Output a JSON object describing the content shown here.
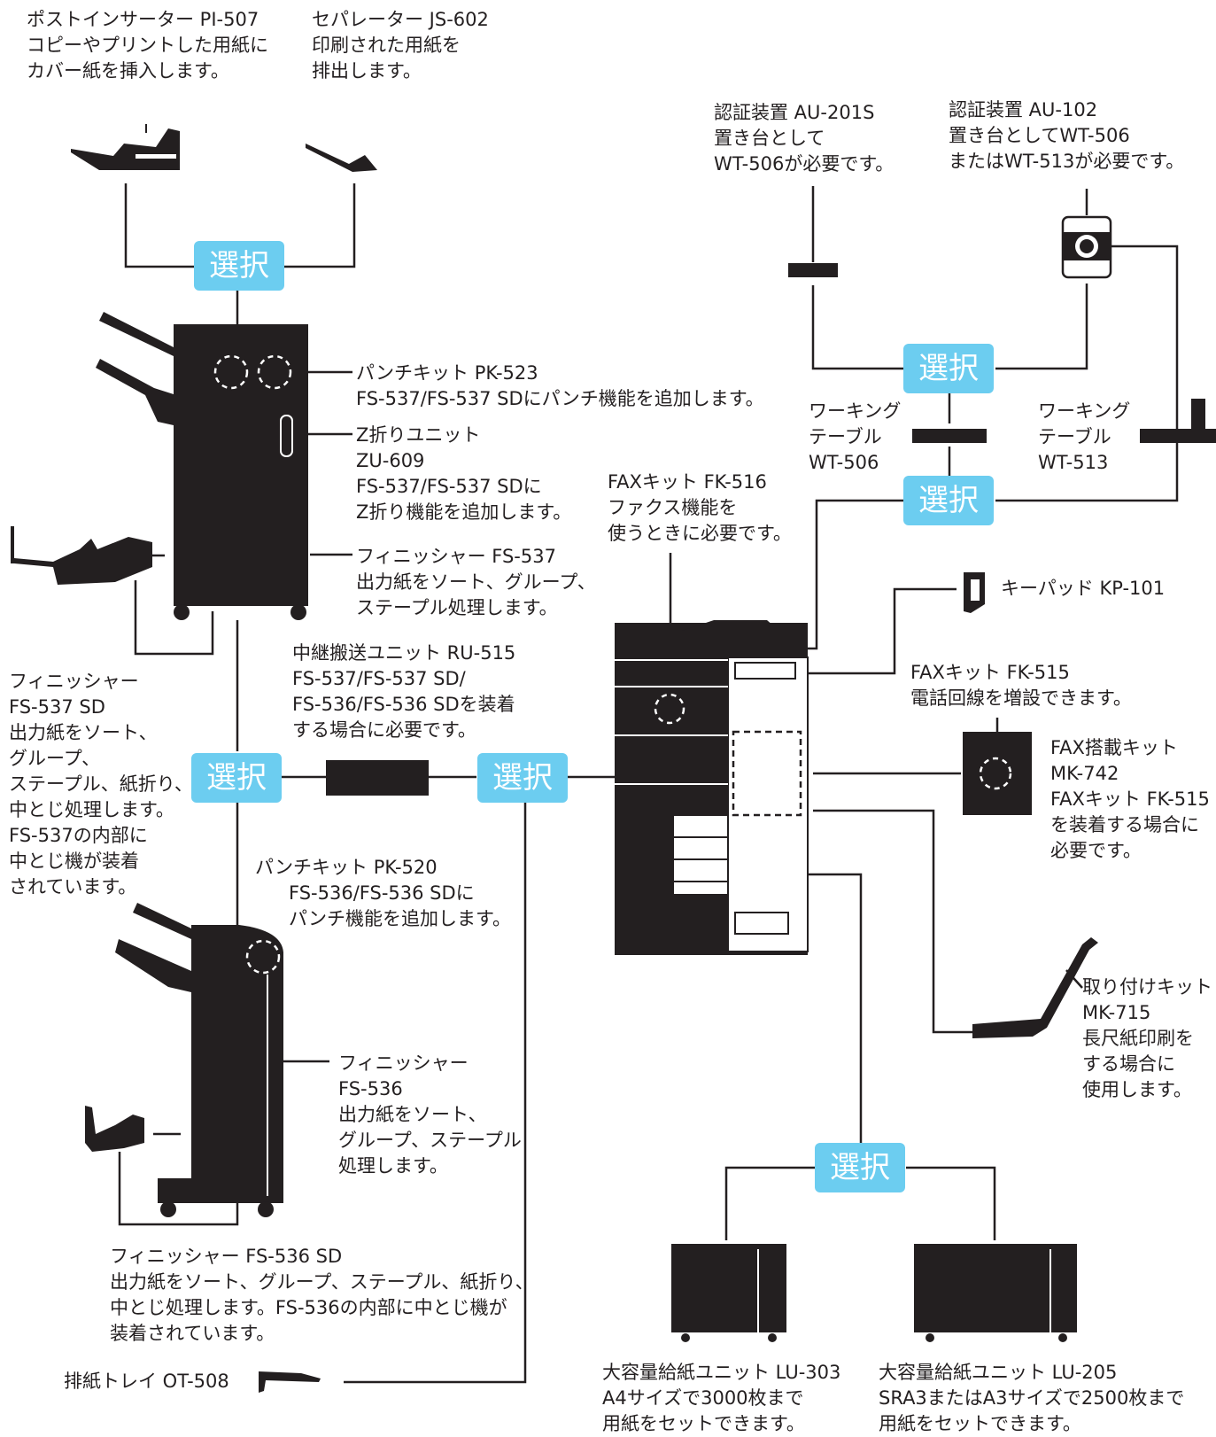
{
  "select_badge": "選択",
  "labels": {
    "pi507": [
      "ポストインサーター PI-507",
      "コピーやプリントした用紙に",
      "カバー紙を挿入します。"
    ],
    "js602": [
      "セパレーター JS-602",
      "印刷された用紙を",
      "排出します。"
    ],
    "au201s": [
      "認証装置 AU-201S",
      "置き台として",
      "WT-506が必要です。"
    ],
    "au102": [
      "認証装置 AU-102",
      "置き台としてWT-506",
      "またはWT-513が必要です。"
    ],
    "pk523": [
      "パンチキット PK-523",
      "FS-537/FS-537 SDにパンチ機能を追加します。"
    ],
    "zu609": [
      "Z折りユニット",
      "ZU-609",
      "FS-537/FS-537 SDに",
      "Z折り機能を追加します。"
    ],
    "wt506": [
      "ワーキング",
      "テーブル",
      "WT-506"
    ],
    "wt513": [
      "ワーキング",
      "テーブル",
      "WT-513"
    ],
    "fk516": [
      "FAXキット FK-516",
      "ファクス機能を",
      "使うときに必要です。"
    ],
    "fs537": [
      "フィニッシャー FS-537",
      "出力紙をソート、グループ、",
      "ステープル処理します。"
    ],
    "kp101": [
      "キーパッド KP-101"
    ],
    "ru515": [
      "中継搬送ユニット RU-515",
      "FS-537/FS-537 SD/",
      "FS-536/FS-536 SDを装着",
      "する場合に必要です。"
    ],
    "fk515": [
      "FAXキット FK-515",
      "電話回線を増設できます。"
    ],
    "fs537sd": [
      "フィニッシャー",
      "FS-537 SD",
      "出力紙をソート、",
      "グループ、",
      "ステープル、紙折り、",
      "中とじ処理します。",
      "FS-537の内部に",
      "中とじ機が装着",
      "されています。"
    ],
    "mk742": [
      "FAX搭載キット",
      "MK-742",
      "FAXキット FK-515",
      "を装着する場合に",
      "必要です。"
    ],
    "pk520": [
      "パンチキット PK-520",
      "FS-536/FS-536 SDに",
      "パンチ機能を追加します。"
    ],
    "mk715": [
      "取り付けキット",
      "MK-715",
      "長尺紙印刷を",
      "する場合に",
      "使用します。"
    ],
    "fs536": [
      "フィニッシャー",
      "FS-536",
      "出力紙をソート、",
      "グループ、ステープル",
      "処理します。"
    ],
    "fs536sd": [
      "フィニッシャー FS-536 SD",
      "出力紙をソート、グループ、ステープル、紙折り、",
      "中とじ処理します。FS-536の内部に中とじ機が",
      "装着されています。"
    ],
    "ot508": [
      "排紙トレイ OT-508"
    ],
    "lu303": [
      "大容量給紙ユニット LU-303",
      "A4サイズで3000枚まで",
      "用紙をセットできます。"
    ],
    "lu205": [
      "大容量給紙ユニット LU-205",
      "SRA3またはA3サイズで2500枚まで",
      "用紙をセットできます。"
    ]
  },
  "colors": {
    "accent": "#6ccdf0",
    "device": "#231f20",
    "line": "#231f20"
  }
}
